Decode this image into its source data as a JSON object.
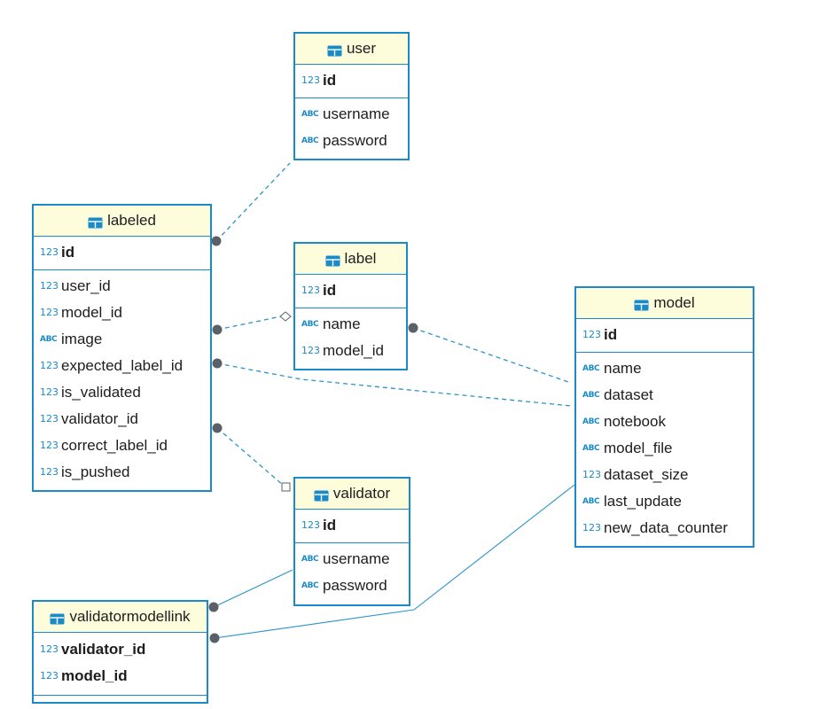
{
  "entities": {
    "user": {
      "name": "user",
      "pk": [
        {
          "name": "id",
          "type": "123"
        }
      ],
      "columns": [
        {
          "name": "username",
          "type": "ABC"
        },
        {
          "name": "password",
          "type": "ABC"
        }
      ]
    },
    "labeled": {
      "name": "labeled",
      "pk": [
        {
          "name": "id",
          "type": "123"
        }
      ],
      "columns": [
        {
          "name": "user_id",
          "type": "123"
        },
        {
          "name": "model_id",
          "type": "123"
        },
        {
          "name": "image",
          "type": "ABC"
        },
        {
          "name": "expected_label_id",
          "type": "123"
        },
        {
          "name": "is_validated",
          "type": "123"
        },
        {
          "name": "validator_id",
          "type": "123"
        },
        {
          "name": "correct_label_id",
          "type": "123"
        },
        {
          "name": "is_pushed",
          "type": "123"
        }
      ]
    },
    "label": {
      "name": "label",
      "pk": [
        {
          "name": "id",
          "type": "123"
        }
      ],
      "columns": [
        {
          "name": "name",
          "type": "ABC"
        },
        {
          "name": "model_id",
          "type": "123"
        }
      ]
    },
    "model": {
      "name": "model",
      "pk": [
        {
          "name": "id",
          "type": "123"
        }
      ],
      "columns": [
        {
          "name": "name",
          "type": "ABC"
        },
        {
          "name": "dataset",
          "type": "ABC"
        },
        {
          "name": "notebook",
          "type": "ABC"
        },
        {
          "name": "model_file",
          "type": "ABC"
        },
        {
          "name": "dataset_size",
          "type": "123"
        },
        {
          "name": "last_update",
          "type": "ABC"
        },
        {
          "name": "new_data_counter",
          "type": "123"
        }
      ]
    },
    "validator": {
      "name": "validator",
      "pk": [
        {
          "name": "id",
          "type": "123"
        }
      ],
      "columns": [
        {
          "name": "username",
          "type": "ABC"
        },
        {
          "name": "password",
          "type": "ABC"
        }
      ]
    },
    "validatormodellink": {
      "name": "validatormodellink",
      "pk": [
        {
          "name": "validator_id",
          "type": "123"
        },
        {
          "name": "model_id",
          "type": "123"
        }
      ],
      "columns": []
    }
  },
  "relationships": [
    {
      "from": "labeled",
      "to": "user",
      "style": "dashed"
    },
    {
      "from": "labeled",
      "to": "label",
      "style": "dashed"
    },
    {
      "from": "labeled",
      "to": "model",
      "style": "dashed"
    },
    {
      "from": "label",
      "to": "model",
      "style": "dashed"
    },
    {
      "from": "labeled",
      "to": "validator",
      "style": "dashed"
    },
    {
      "from": "validatormodellink",
      "to": "validator",
      "style": "solid"
    },
    {
      "from": "validatormodellink",
      "to": "model",
      "style": "solid"
    }
  ],
  "colors": {
    "border": "#1a8ac9",
    "header_bg": "#fdfddc",
    "connector": "#2b93c9",
    "endpoint": "#5a6068"
  }
}
